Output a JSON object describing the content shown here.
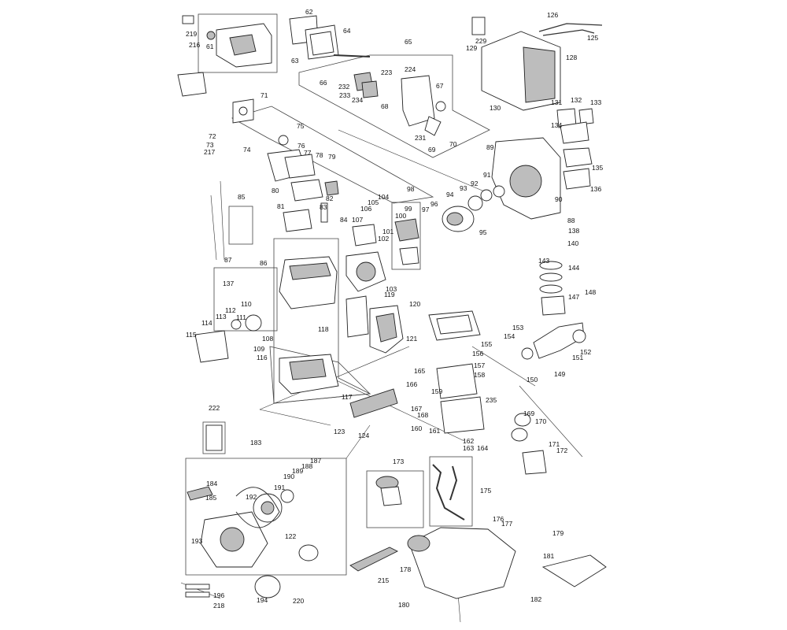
{
  "part_labels": {
    "p61": "61",
    "p62": "62",
    "p63": "63",
    "p64": "64",
    "p65": "65",
    "p66": "66",
    "p67": "67",
    "p68": "68",
    "p69": "69",
    "p70": "70",
    "p71": "71",
    "p72": "72",
    "p73": "73",
    "p74": "74",
    "p75": "75",
    "p76": "76",
    "p77": "77",
    "p78": "78",
    "p79": "79",
    "p80": "80",
    "p81": "81",
    "p82": "82",
    "p83": "83",
    "p84": "84",
    "p85": "85",
    "p86": "86",
    "p87": "87",
    "p88": "88",
    "p89": "89",
    "p90": "90",
    "p91": "91",
    "p92": "92",
    "p93": "93",
    "p94": "94",
    "p95": "95",
    "p96": "96",
    "p97": "97",
    "p98": "98",
    "p99": "99",
    "p100": "100",
    "p101": "101",
    "p102": "102",
    "p103": "103",
    "p104": "104",
    "p105": "105",
    "p106": "106",
    "p107": "107",
    "p108": "108",
    "p109": "109",
    "p110": "110",
    "p111": "111",
    "p112": "112",
    "p113": "113",
    "p114": "114",
    "p115": "115",
    "p116": "116",
    "p117": "117",
    "p118": "118",
    "p119": "119",
    "p120": "120",
    "p121": "121",
    "p122": "122",
    "p123": "123",
    "p124": "124",
    "p125": "125",
    "p126": "126",
    "p128": "128",
    "p129": "129",
    "p130": "130",
    "p131": "131",
    "p132": "132",
    "p133": "133",
    "p134": "134",
    "p135": "135",
    "p136": "136",
    "p137": "137",
    "p138": "138",
    "p140": "140",
    "p143": "143",
    "p144": "144",
    "p147": "147",
    "p148": "148",
    "p149": "149",
    "p150": "150",
    "p151": "151",
    "p152": "152",
    "p153": "153",
    "p154": "154",
    "p155": "155",
    "p156": "156",
    "p157": "157",
    "p158": "158",
    "p159": "159",
    "p160": "160",
    "p161": "161",
    "p162": "162",
    "p163": "163",
    "p164": "164",
    "p165": "165",
    "p166": "166",
    "p167": "167",
    "p168": "168",
    "p169": "169",
    "p170": "170",
    "p171": "171",
    "p172": "172",
    "p173": "173",
    "p175": "175",
    "p176": "176",
    "p177": "177",
    "p178": "178",
    "p179": "179",
    "p180": "180",
    "p181": "181",
    "p182": "182",
    "p183": "183",
    "p184": "184",
    "p185": "185",
    "p187": "187",
    "p188": "188",
    "p189": "189",
    "p190": "190",
    "p191": "191",
    "p192": "192",
    "p193": "193",
    "p194": "194",
    "p196": "196",
    "p215": "215",
    "p216": "216",
    "p217": "217",
    "p218": "218",
    "p219": "219",
    "p220": "220",
    "p222": "222",
    "p223": "223",
    "p224": "224",
    "p229": "229",
    "p231": "231",
    "p232": "232",
    "p233": "233",
    "p234": "234",
    "p235": "235"
  },
  "colors": {
    "line": "#333333",
    "part_fill": "#e8e8e8",
    "part_dark": "#bdbdbd",
    "background": "#ffffff"
  }
}
